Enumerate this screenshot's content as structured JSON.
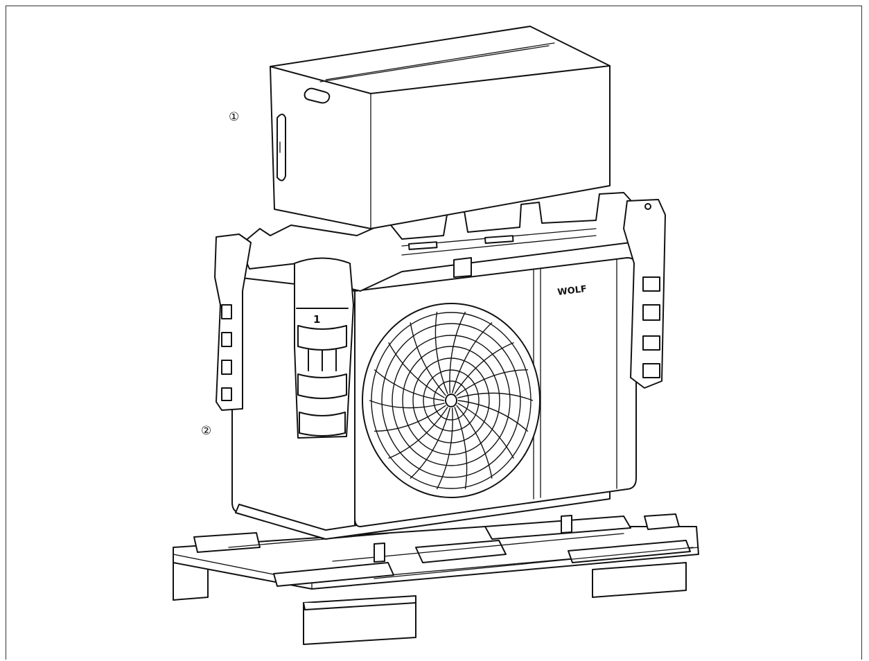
{
  "callouts": [
    {
      "id": "1",
      "label": "①"
    },
    {
      "id": "2",
      "label": "②"
    }
  ],
  "unit": {
    "brand_logo": "WOLF",
    "corner_marking": "1"
  },
  "colors": {
    "line": "#111111",
    "background": "#ffffff"
  }
}
